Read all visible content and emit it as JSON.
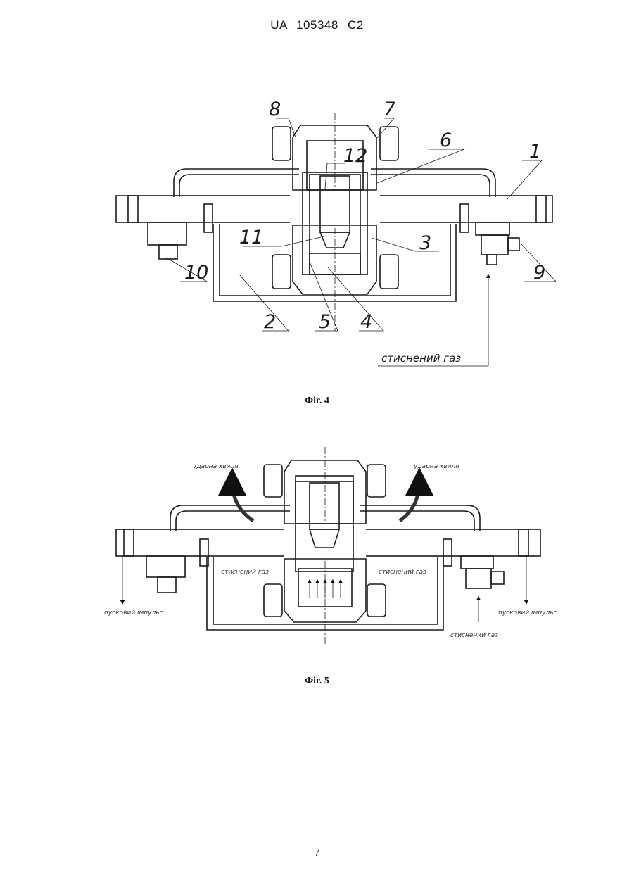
{
  "header": {
    "doc_id": "UA   105348   C2"
  },
  "figure4": {
    "caption": "Фіг. 4",
    "callouts": [
      "1",
      "2",
      "3",
      "4",
      "5",
      "6",
      "7",
      "8",
      "9",
      "10",
      "11",
      "12"
    ],
    "gas_label": "стиснений газ"
  },
  "figure5": {
    "caption": "Фіг. 5",
    "shock_wave_left": "ударна хвиля",
    "shock_wave_right": "ударна хвиля",
    "gas_left": "стиснений газ",
    "gas_right": "стиснений газ",
    "gas_bottom": "стиснений газ",
    "pulse_left": "пусковий імпульс",
    "pulse_right": "пусковий імпульс"
  },
  "footer": {
    "page_number": "7"
  }
}
